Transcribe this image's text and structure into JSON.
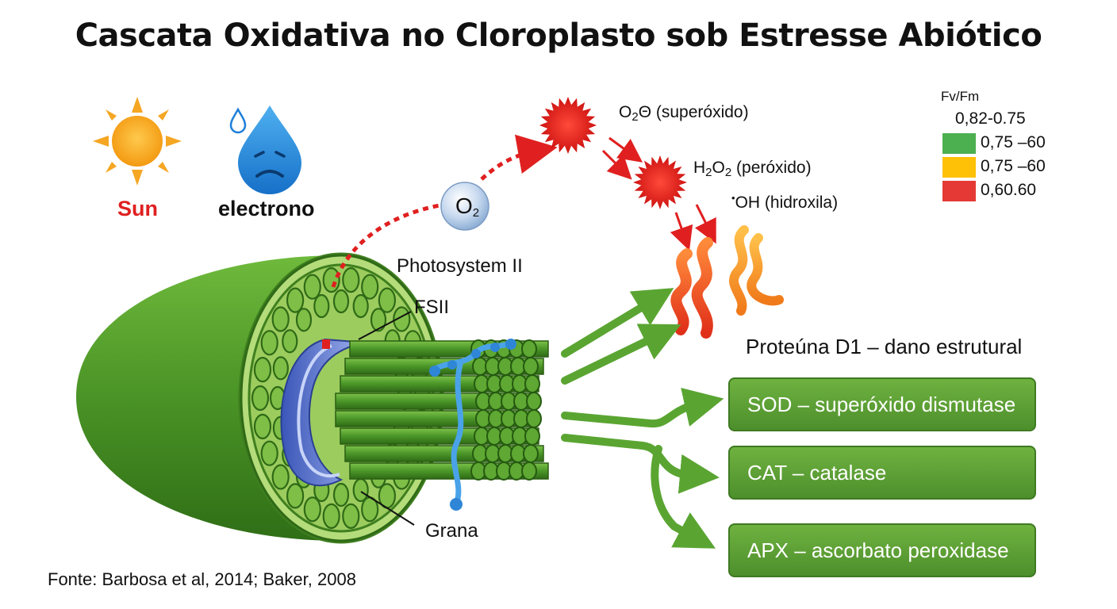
{
  "title": "Cascata Oxidativa no Cloroplasto sob Estresse Abiótico",
  "icons": {
    "sun": {
      "label": "Sun",
      "color": "#f5a623"
    },
    "drop": {
      "label": "electrono",
      "color": "#1e88e5"
    }
  },
  "molecules": {
    "o2": {
      "main": "O",
      "sub": "2"
    },
    "superoxide": {
      "pre": "O",
      "sub": "2",
      "sym": "Θ",
      "post": " (superóxido)"
    },
    "peroxide": {
      "pre": "H",
      "sub1": "2",
      "mid": "O",
      "sub2": "2",
      "post": " (peróxido)"
    },
    "hydroxyl": {
      "sym": "•",
      "post": "OH (hidroxila)"
    }
  },
  "labels": {
    "photosystem": "Photosystem II",
    "fsii": "FSII",
    "grana": "Grana",
    "d1": "Proteúna D1 – dano estrutural"
  },
  "enzymes": [
    {
      "label": "SOD – superóxido dismutase"
    },
    {
      "label": "CAT – catalase"
    },
    {
      "label": "APX – ascorbato peroxidase"
    }
  ],
  "legend": {
    "title": "Fv/Fm",
    "header": "0,82-0.75",
    "items": [
      {
        "color": "#4caf50",
        "label": "0,75 –60"
      },
      {
        "color": "#ffc107",
        "label": "0,75 –60"
      },
      {
        "color": "#e53935",
        "label": "0,60.60"
      }
    ]
  },
  "source": "Fonte: Barbosa et al, 2014; Baker, 2008",
  "colors": {
    "chloroplast": "#4c9a2a",
    "ros": "#e52222",
    "arrow_green": "#5aa532",
    "enzyme_box": "#5a9e35"
  }
}
